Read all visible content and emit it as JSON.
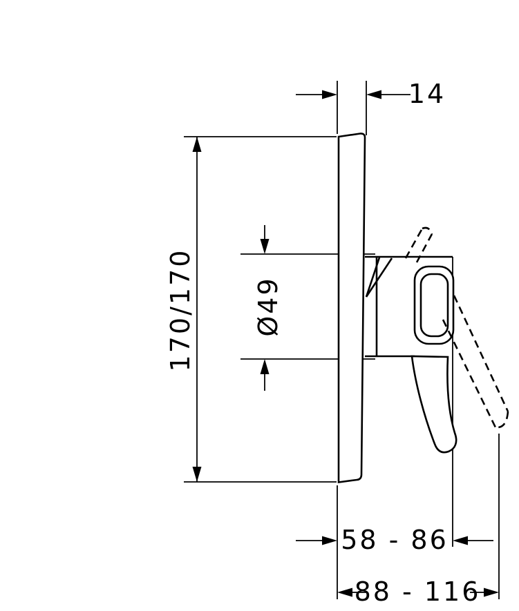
{
  "drawing": {
    "type": "technical-dimension-drawing",
    "subject": "concealed single-lever mixer, side elevation with lever swing range",
    "background_color": "#ffffff",
    "line_color": "#000000"
  },
  "dimensions": {
    "plate_thickness": "14",
    "plate_height": "170/170",
    "cartridge_diameter": "Ø49",
    "depth_range_body": "58 - 86",
    "depth_range_total": "88 - 116"
  }
}
